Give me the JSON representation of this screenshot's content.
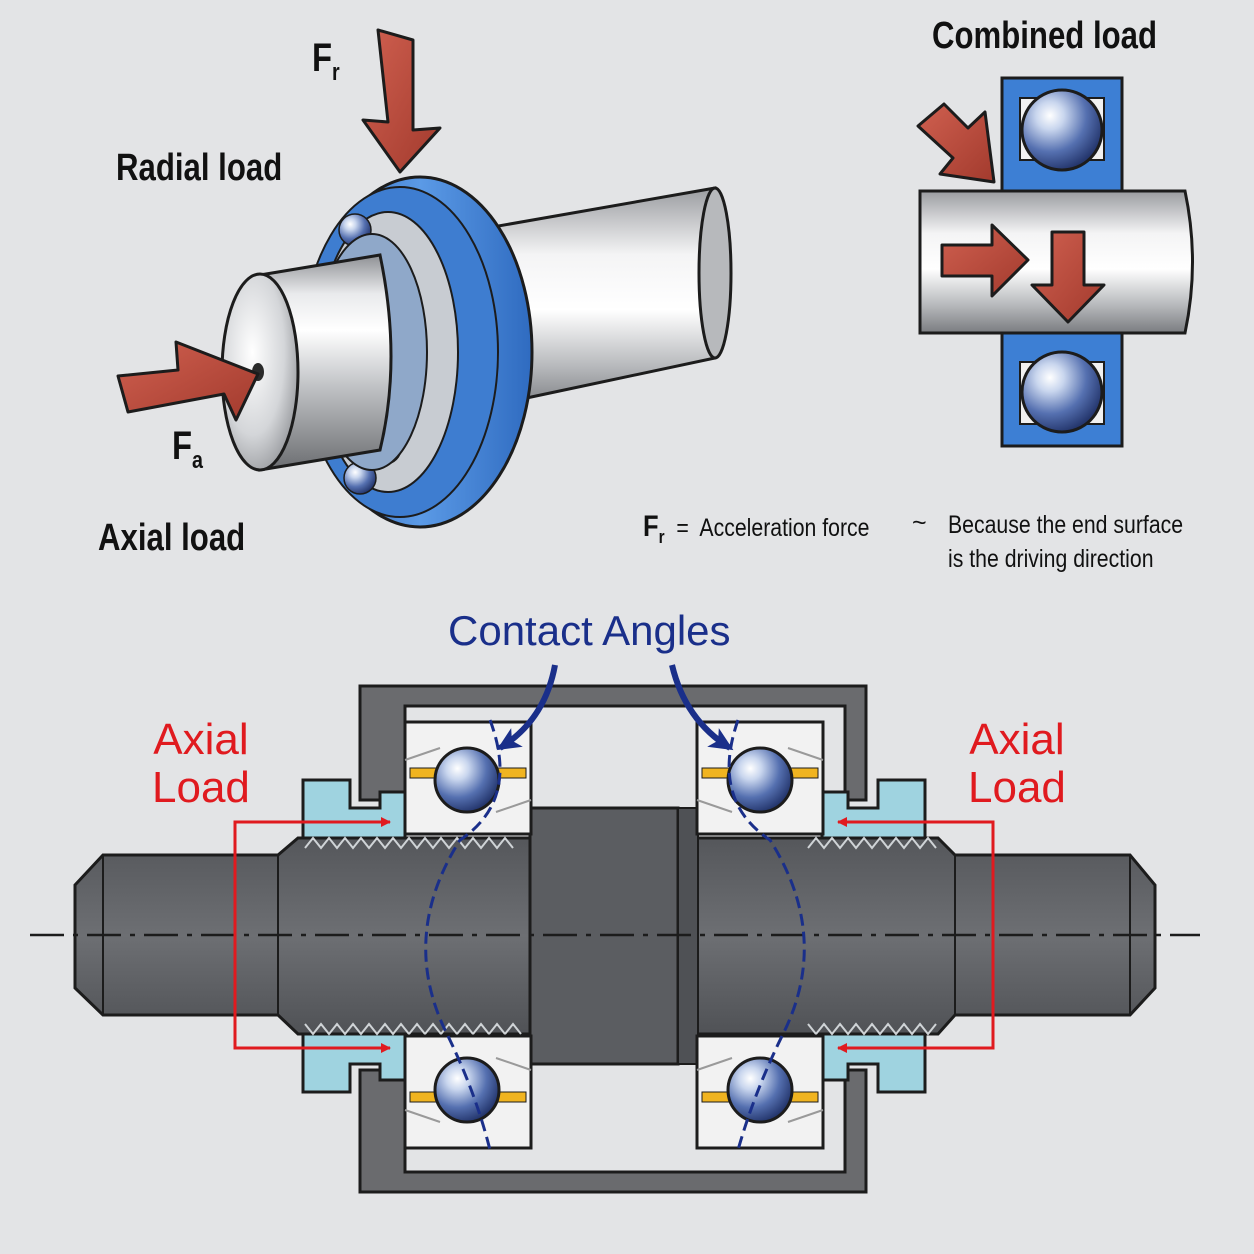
{
  "labels": {
    "radial_load": "Radial load",
    "axial_load": "Axial load",
    "combined_load": "Combined load",
    "fr_symbol": "F",
    "fr_sub": "r",
    "fa_symbol": "F",
    "fa_sub": "a"
  },
  "note": {
    "symbol": "F",
    "symbol_sub": "r",
    "equals": "=",
    "definition": "Acceleration force",
    "tilde": "~",
    "line1": "Because the end surface",
    "line2": "is the driving direction"
  },
  "section": {
    "contact_angles": "Contact Angles",
    "axial_load_left_1": "Axial",
    "axial_load_left_2": "Load",
    "axial_load_right_1": "Axial",
    "axial_load_right_2": "Load"
  },
  "colors": {
    "background": "#e3e4e6",
    "bearing_blue": "#3d7fd4",
    "force_arrow": "#b9483a",
    "axial_load_red": "#e01a1f",
    "contact_angle_navy": "#1a2f8a",
    "housing_gray": "#6a6b6e",
    "nut_cyan": "#9fd3e0"
  },
  "icons": [
    "radial-force-arrow",
    "axial-force-arrow",
    "contact-angle-arrow",
    "axial-load-arrow"
  ]
}
